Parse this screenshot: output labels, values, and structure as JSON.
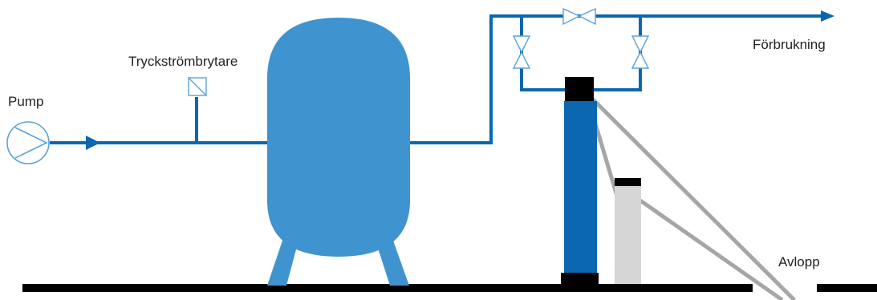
{
  "labels": {
    "pump": "Pump",
    "pressure_switch": "Tryckströmbrytare",
    "consumption": "Förbrukning",
    "drain": "Avlopp"
  },
  "colors": {
    "pipe": "#0a67b0",
    "tank": "#3f94cf",
    "filter_body": "#0a67b0",
    "filter_head": "#000000",
    "brine_tank": "#d6d6d6",
    "drain_line": "#a6a6a6",
    "floor": "#000000",
    "pump_symbol": "#5aa3d9"
  },
  "icons": {
    "pump": "pump-symbol-icon",
    "pressure_switch": "pressure-switch-icon",
    "valve": "gate-valve-icon",
    "flow": "flow-arrow-icon"
  }
}
